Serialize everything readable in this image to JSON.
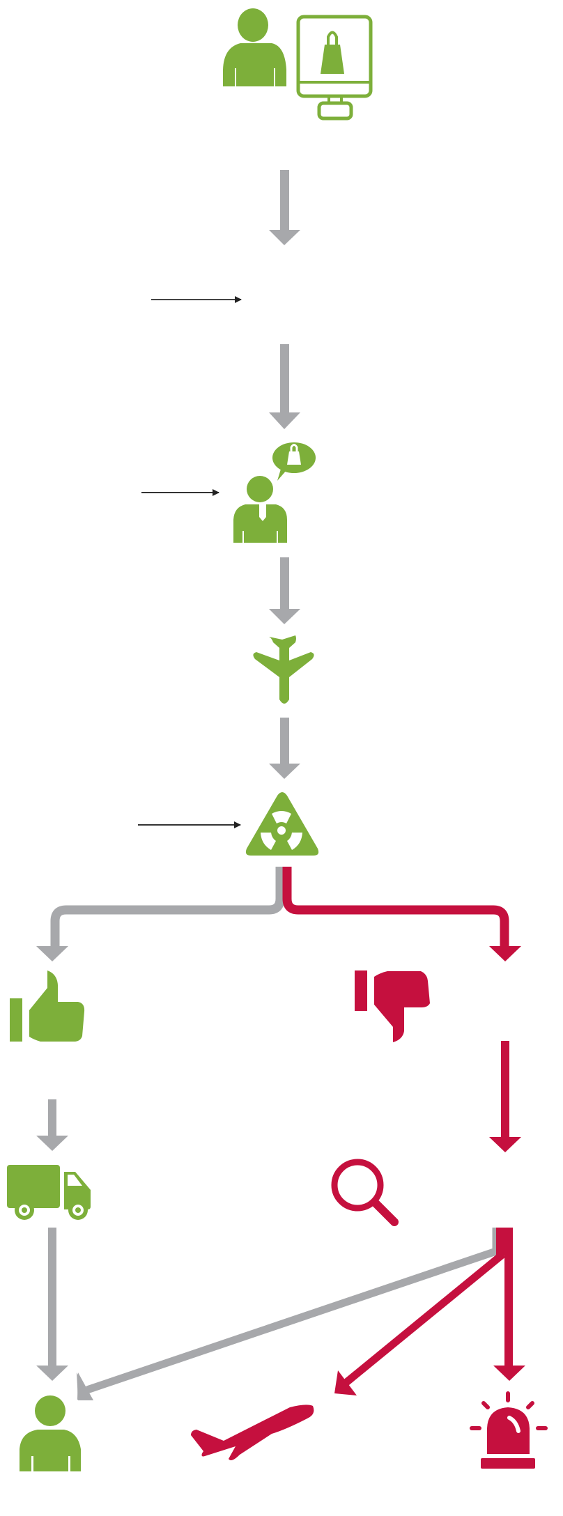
{
  "diagram": {
    "title": "",
    "colors": {
      "positive": "#7daf3a",
      "negative": "#c5103e",
      "connector": "#a7a8ab",
      "pointer": "#222222"
    },
    "nodes": [
      {
        "id": "customer",
        "icon": "person-icon",
        "color": "positive"
      },
      {
        "id": "online-shop",
        "icon": "monitor-shopping-bag-icon",
        "color": "positive"
      },
      {
        "id": "empty-step",
        "icon": "",
        "color": "none"
      },
      {
        "id": "sales-agent",
        "icon": "agent-speech-bubble-icon",
        "color": "positive"
      },
      {
        "id": "flight",
        "icon": "airplane-icon",
        "color": "positive"
      },
      {
        "id": "radiation-check",
        "icon": "radiation-warning-icon",
        "color": "positive"
      },
      {
        "id": "approved",
        "icon": "thumbs-up-icon",
        "color": "positive"
      },
      {
        "id": "rejected",
        "icon": "thumbs-down-icon",
        "color": "negative"
      },
      {
        "id": "delivery",
        "icon": "delivery-truck-icon",
        "color": "positive"
      },
      {
        "id": "investigation",
        "icon": "magnifier-icon",
        "color": "negative"
      },
      {
        "id": "recipient",
        "icon": "person-icon",
        "color": "positive"
      },
      {
        "id": "return-flight",
        "icon": "airplane-takeoff-icon",
        "color": "negative"
      },
      {
        "id": "alarm",
        "icon": "alarm-siren-icon",
        "color": "negative"
      }
    ],
    "edges": [
      {
        "from": "online-shop",
        "to": "empty-step",
        "color": "connector"
      },
      {
        "from": "empty-step",
        "to": "sales-agent",
        "color": "connector"
      },
      {
        "from": "sales-agent",
        "to": "flight",
        "color": "connector"
      },
      {
        "from": "flight",
        "to": "radiation-check",
        "color": "connector"
      },
      {
        "from": "radiation-check",
        "to": "approved",
        "color": "connector"
      },
      {
        "from": "radiation-check",
        "to": "rejected",
        "color": "negative"
      },
      {
        "from": "approved",
        "to": "delivery",
        "color": "connector"
      },
      {
        "from": "delivery",
        "to": "recipient",
        "color": "connector"
      },
      {
        "from": "rejected",
        "to": "investigation",
        "color": "negative"
      },
      {
        "from": "investigation",
        "to": "recipient",
        "color": "connector"
      },
      {
        "from": "investigation",
        "to": "return-flight",
        "color": "negative"
      },
      {
        "from": "investigation",
        "to": "alarm",
        "color": "negative"
      }
    ],
    "pointers": [
      {
        "target": "empty-step",
        "label": ""
      },
      {
        "target": "sales-agent",
        "label": ""
      },
      {
        "target": "radiation-check",
        "label": ""
      }
    ]
  }
}
